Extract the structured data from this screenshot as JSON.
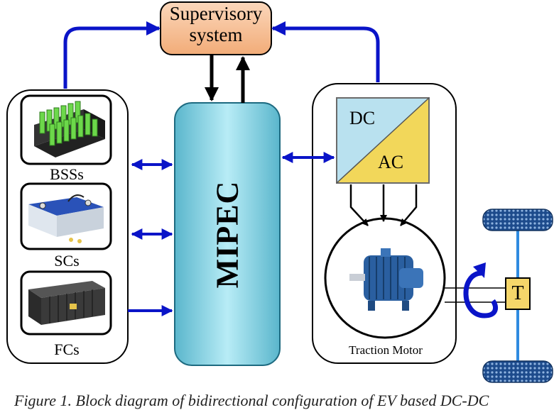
{
  "supervisory": {
    "line1": "Supervisory",
    "line2": "system"
  },
  "sources": {
    "bss": "BSSs",
    "sc": "SCs",
    "fc": "FCs"
  },
  "mipec": "MIPEC",
  "converter": {
    "dc": "DC",
    "ac": "AC"
  },
  "motor": "Traction Motor",
  "transmission": "T",
  "caption": "Figure 1. Block diagram of bidirectional configuration of EV based DC-DC",
  "colors": {
    "arrow_blue": "#0a14c8",
    "supervisory_fill": "#f7c29a",
    "mipec_fill": "#7fcfe0",
    "converter_dc": "#b9e1ef",
    "converter_ac": "#f2d75a",
    "wheel": "#1d4b8c",
    "t_box": "#f5d66a"
  },
  "icons": [
    "battery-pack-icon",
    "supercapacitor-icon",
    "fuel-cell-icon",
    "electric-motor-icon",
    "rotation-arrow-icon"
  ]
}
